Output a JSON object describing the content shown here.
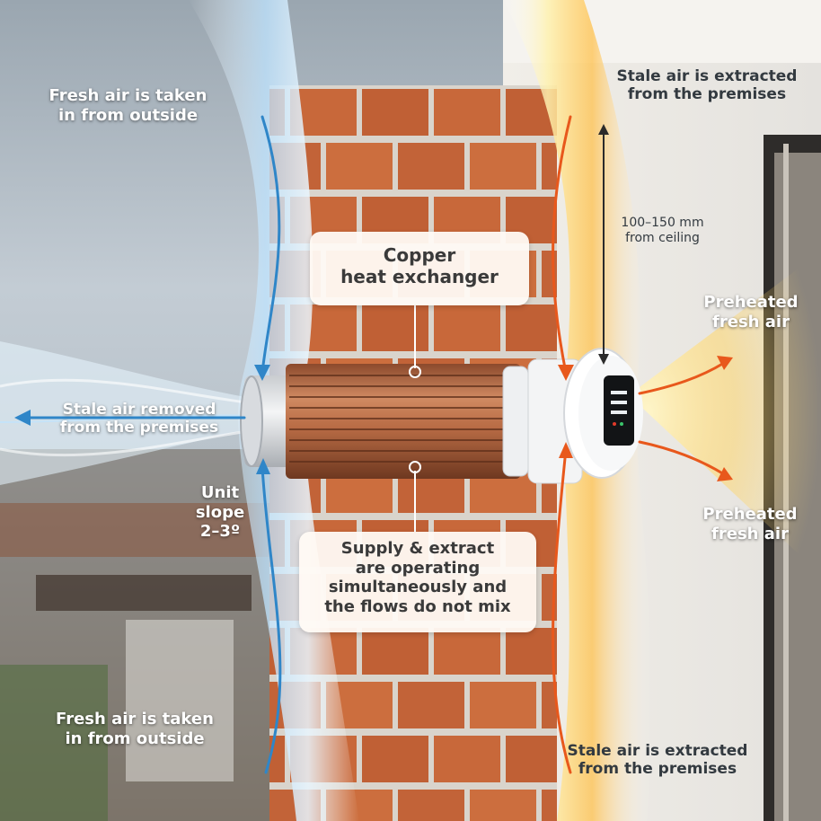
{
  "labels": {
    "fresh_in_top": [
      "Fresh air is taken",
      "in from outside"
    ],
    "stale_extract_top": [
      "Stale air is extracted",
      "from the premises"
    ],
    "ceiling_distance": [
      "100–150 mm",
      "from ceiling"
    ],
    "copper_exchanger": [
      "Copper",
      "heat exchanger"
    ],
    "preheated_top": [
      "Preheated",
      "fresh air"
    ],
    "stale_removed": [
      "Stale air removed",
      "from the premises"
    ],
    "unit_slope": [
      "Unit",
      "slope",
      "2–3º"
    ],
    "preheated_bottom": [
      "Preheated",
      "fresh air"
    ],
    "supply_extract": [
      "Supply & extract",
      "are operating",
      "simultaneously and",
      "the flows do not mix"
    ],
    "fresh_in_bottom": [
      "Fresh air is taken",
      "in from outside"
    ],
    "stale_extract_bottom": [
      "Stale air is extracted",
      "from the premises"
    ]
  },
  "colors": {
    "cold_flow": "#2f86c8",
    "warm_flow": "#e8581c",
    "brick": "#c8683a",
    "mortar": "#d9d4cc",
    "copper": "#b96c45"
  },
  "icons": [
    "arrow-down-icon",
    "arrow-up-icon",
    "arrow-left-icon",
    "arrow-right-icon",
    "double-arrow-icon",
    "display-panel-icon"
  ]
}
